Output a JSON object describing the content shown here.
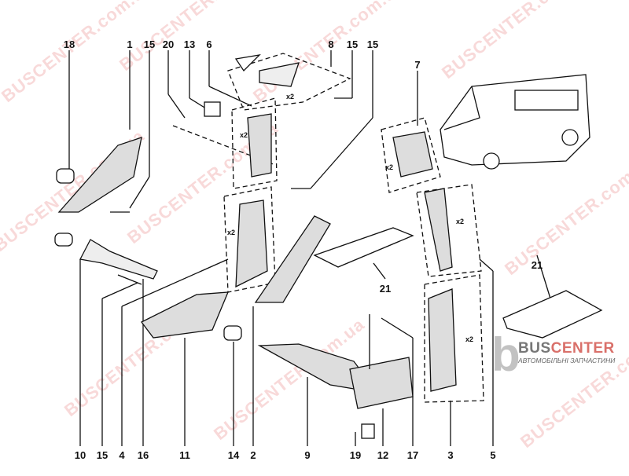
{
  "watermark": "BUSCENTER.com.ua",
  "logo": {
    "brand_left": "BUS",
    "brand_right": "CENTER",
    "tagline": "АВТОМОБІЛЬНІ ЗАПЧАСТИНИ"
  },
  "top_callouts": [
    "18",
    "1",
    "15",
    "20",
    "13",
    "6",
    "8",
    "15",
    "15",
    "7"
  ],
  "bottom_callouts": [
    "10",
    "15",
    "4",
    "16",
    "11",
    "14",
    "2",
    "9",
    "19",
    "12",
    "17",
    "3",
    "5"
  ],
  "mid_callouts": [
    "21",
    "21"
  ],
  "quantity_marks": [
    "x2",
    "x2",
    "x2",
    "x2",
    "x2",
    "x2"
  ],
  "colors": {
    "line": "#111111",
    "watermark": "#e67878",
    "logo_accent": "#d9706a"
  }
}
